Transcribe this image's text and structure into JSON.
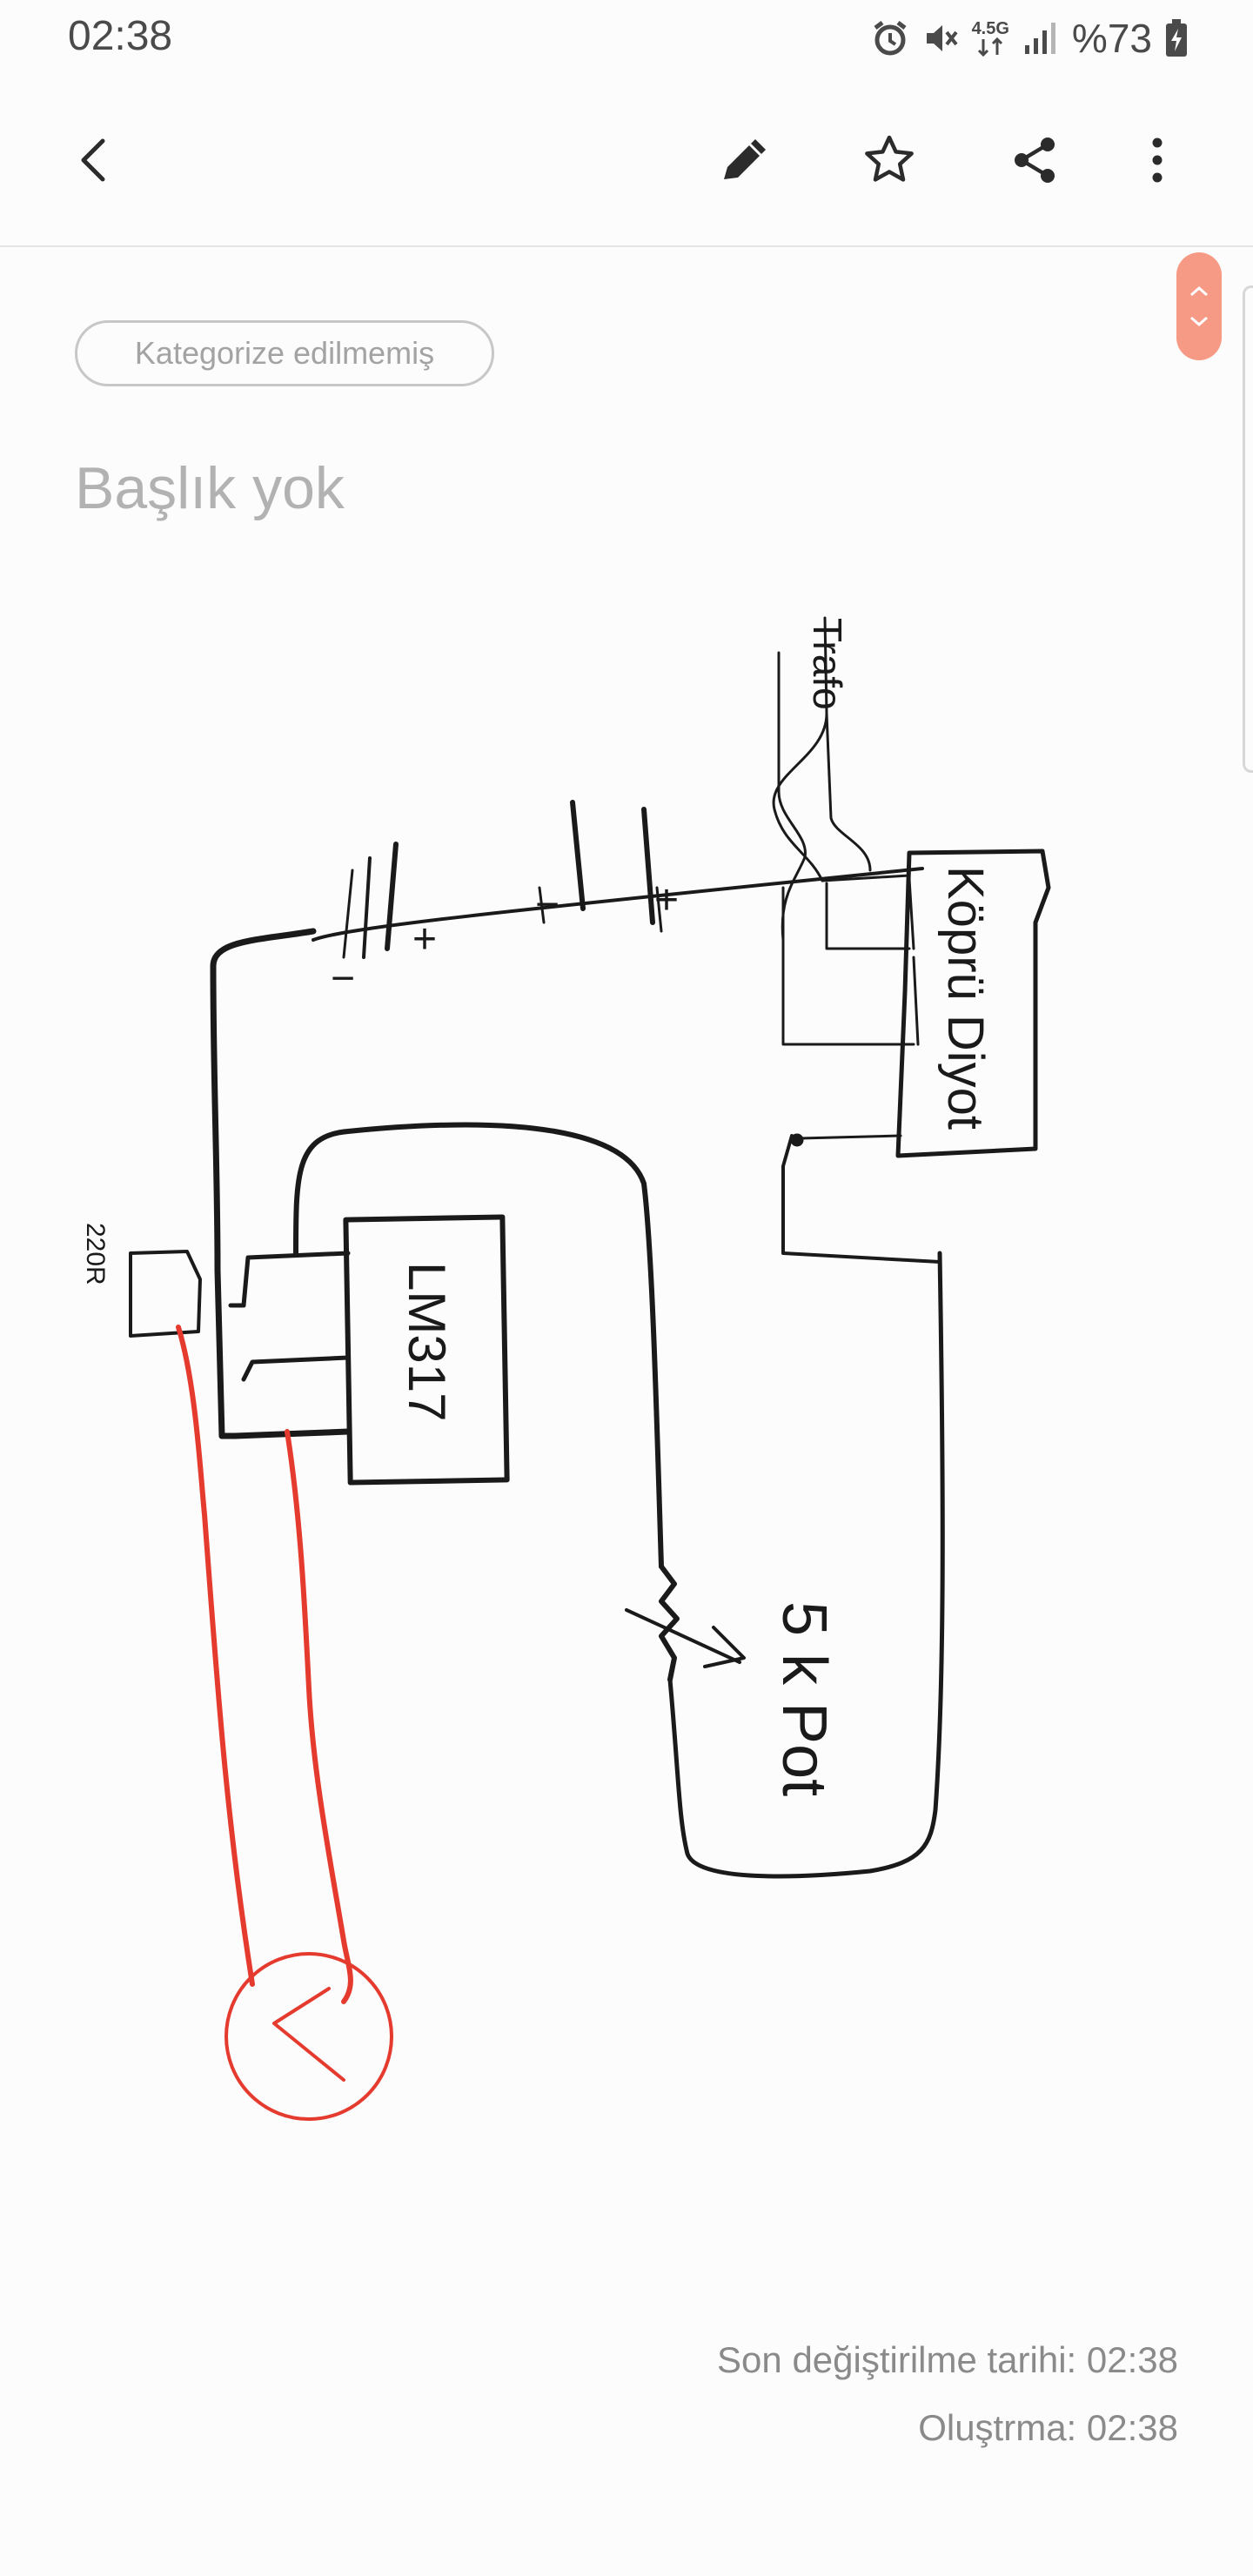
{
  "status": {
    "time": "02:38",
    "network": "4.5G",
    "battery": "%73"
  },
  "toolbar": {
    "icons": [
      "back-arrow-icon",
      "pen-icon",
      "star-icon",
      "share-icon",
      "more-vert-icon"
    ]
  },
  "note": {
    "category": "Kategorize edilmemiş",
    "title_placeholder": "Başlık yok",
    "drawing_labels": {
      "trafo": "Trafo",
      "kopru_diyot": "Köprü Diyot",
      "lm317": "LM317",
      "pot": "5 k Pot",
      "resistor": "220R",
      "plus": "+",
      "minus": "−"
    }
  },
  "meta": {
    "modified": "Son değiştirilme tarihi: 02:38",
    "created": "Oluştrma: 02:38"
  },
  "colors": {
    "accent": "#f79a85",
    "ink": "#1a1a1a",
    "red_ink": "#e53a2e"
  }
}
